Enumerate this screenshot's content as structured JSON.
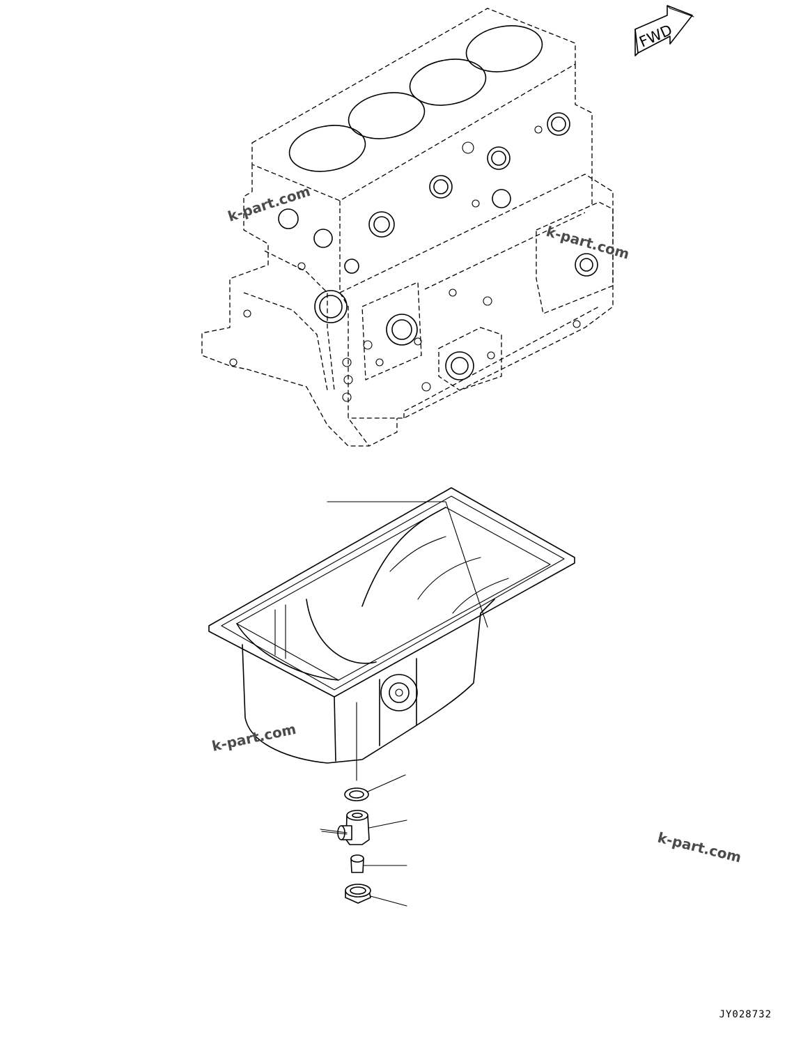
{
  "arrow_label": "FWD",
  "watermarks": [
    "k-part.com",
    "k-part.com",
    "k-part.com",
    "k-part.com"
  ],
  "drawing_code": "JY028732"
}
